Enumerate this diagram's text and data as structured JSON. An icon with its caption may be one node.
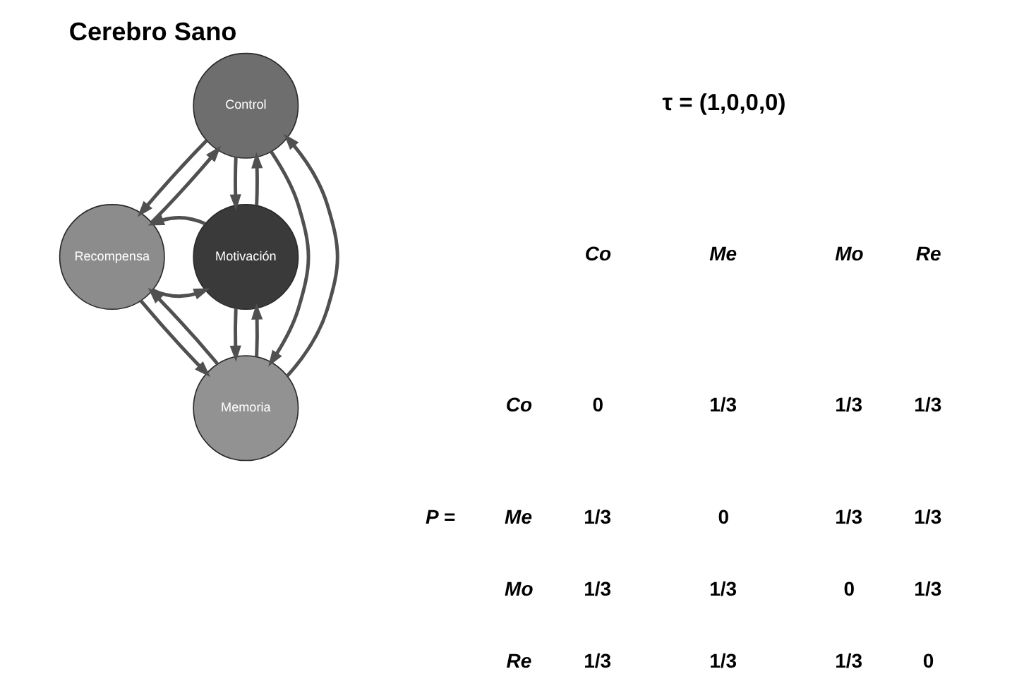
{
  "diagram": {
    "title": "Cerebro Sano",
    "nodes": [
      {
        "text": [
          "Control"
        ]
      },
      {
        "text": [
          "Recompensa"
        ]
      },
      {
        "text": [
          "Motivación"
        ]
      },
      {
        "text": [
          "Memoria"
        ]
      }
    ],
    "edges": [
      {
        "from": 0,
        "to": 1,
        "arrow": "to"
      },
      {
        "from": 1,
        "to": 0,
        "arrow": "to"
      },
      {
        "from": 0,
        "to": 2,
        "arrow": "to"
      },
      {
        "from": 2,
        "to": 0,
        "arrow": "to"
      },
      {
        "from": 1,
        "to": 2,
        "arrow": "to"
      },
      {
        "from": 2,
        "to": 1,
        "arrow": "to"
      },
      {
        "from": 1,
        "to": 3,
        "arrow": "to"
      },
      {
        "from": 3,
        "to": 1,
        "arrow": "to"
      },
      {
        "from": 3,
        "to": 2,
        "arrow": "to"
      },
      {
        "from": 2,
        "to": 3,
        "arrow": "to"
      },
      {
        "from": 0,
        "to": 3,
        "arrow": "to"
      },
      {
        "from": 3,
        "to": 0,
        "arrow": "to"
      }
    ],
    "labels": [
      "τ = (1,0,0,0)",
      "Co",
      "Me",
      "Mo",
      "Re",
      "Co",
      "0",
      "1/3",
      "1/3",
      "1/3",
      "P =",
      "Me",
      "1/3",
      "0",
      "1/3",
      "1/3",
      "Mo",
      "1/3",
      "1/3",
      "0",
      "1/3",
      "Re",
      "1/3",
      "1/3",
      "1/3",
      "0"
    ]
  }
}
